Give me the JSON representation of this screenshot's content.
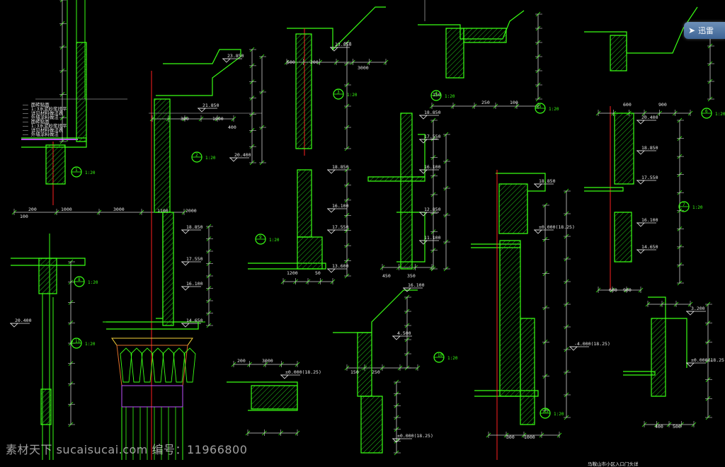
{
  "drawing": {
    "scale_tags": [
      {
        "num": "1",
        "scale": "1:20"
      },
      {
        "num": "2",
        "scale": "1:20"
      },
      {
        "num": "3",
        "scale": "1:20"
      },
      {
        "num": "4",
        "scale": "1:20"
      },
      {
        "num": "5",
        "scale": "1:20"
      },
      {
        "num": "6",
        "scale": "1:20"
      },
      {
        "num": "7",
        "scale": "1:20"
      },
      {
        "num": "8",
        "scale": "1:20"
      },
      {
        "num": "9",
        "scale": "1:20"
      },
      {
        "num": "10",
        "scale": "1:20"
      },
      {
        "num": "11",
        "scale": "1:20"
      },
      {
        "num": "12",
        "scale": "1:20"
      }
    ],
    "levels": [
      "23.850",
      "21.850",
      "20.400",
      "18.850",
      "17.550",
      "16.100",
      "14.650",
      "13.600",
      "12.850",
      "11.100",
      "4.500",
      "3.200",
      "±0.000(18.25)",
      "-4.000(18.25)"
    ],
    "dims": [
      "300",
      "1000",
      "400",
      "500",
      "200",
      "3000",
      "150",
      "250",
      "100",
      "600",
      "900",
      "1100",
      "2000",
      "1200",
      "50",
      "450",
      "350"
    ],
    "notes": [
      "面砖贴面",
      "1:3水泥砂浆找平",
      "详见材料做法表",
      "外墙涂料做法"
    ],
    "title": "马鞍山市小区入口门头详"
  },
  "overlay": {
    "watermark": "素材天下 sucaisucai.com  编号：11966800",
    "logo_text": "迅雷"
  }
}
